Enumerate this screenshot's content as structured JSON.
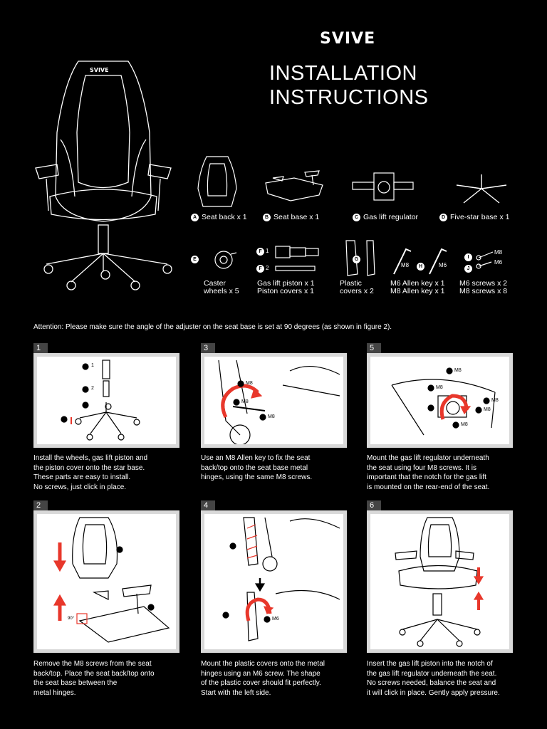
{
  "brand": "SVIVE",
  "title_line1": "INSTALLATION",
  "title_line2": "INSTRUCTIONS",
  "parts_row1": [
    {
      "badge": "A",
      "label": "Seat back x 1"
    },
    {
      "badge": "B",
      "label": "Seat base x 1"
    },
    {
      "badge": "C",
      "label": "Gas lift regulator"
    },
    {
      "badge": "D",
      "label": "Five-star base x 1"
    }
  ],
  "parts_row2": {
    "caster_badge": "E",
    "caster_line1": "Caster",
    "caster_line2": "wheels x 5",
    "piston_badge1": "F",
    "piston_num1": "1",
    "piston_badge2": "F",
    "piston_num2": "2",
    "piston_line1": "Gas lift piston x 1",
    "piston_line2": "Piston covers x 1",
    "covers_badge": "G",
    "covers_line1": "Plastic",
    "covers_line2": "covers x 2",
    "key_badge": "H",
    "key_m8": "M8",
    "key_m6": "M6",
    "key_line1": "M6 Allen key x 1",
    "key_line2": "M8 Allen key x 1",
    "screw_badge1": "I",
    "screw_badge2": "J",
    "screw_m8": "M8",
    "screw_m6": "M6",
    "screw_line1": "M6 screws x 2",
    "screw_line2": "M8 screws x 8"
  },
  "attention": "Attention: Please make sure the angle of the adjuster on the seat base is set at 90 degrees (as shown in figure 2).",
  "steps": [
    {
      "num": "1",
      "text": [
        "Install the wheels, gas lift piston and",
        "the piston cover onto the star base.",
        "These parts are easy to install.",
        "No screws, just click in place."
      ],
      "labels": {
        "f1": "1",
        "f2": "2"
      }
    },
    {
      "num": "3",
      "text": [
        "Use an M8 Allen key to fix the seat",
        "back/top onto the seat base metal",
        "hinges, using the same M8 screws."
      ],
      "labels": {
        "m8a": "M8",
        "m8b": "M8",
        "m8c": "M8"
      }
    },
    {
      "num": "5",
      "text": [
        "Mount the gas lift regulator underneath",
        "the seat using four M8 screws. It is",
        "important that the notch for the gas lift",
        "is mounted on the rear-end of the seat."
      ],
      "labels": {
        "m8a": "M8",
        "m8b": "M8",
        "m8c": "M8",
        "m8d": "M8",
        "m8e": "M8"
      }
    },
    {
      "num": "2",
      "text": [
        "Remove the M8 screws from the seat",
        "back/top. Place the seat back/top onto",
        "the seat base between the",
        "metal hinges."
      ],
      "labels": {
        "angle": "90°"
      }
    },
    {
      "num": "4",
      "text": [
        "Mount the plastic covers onto the metal",
        "hinges using an M6 screw. The shape",
        "of the plastic cover should fit perfectly.",
        "Start with the left side."
      ],
      "labels": {
        "m6": "M6"
      }
    },
    {
      "num": "6",
      "text": [
        "Insert the gas lift piston into the notch of",
        "the gas lift regulator underneath the seat.",
        "No screws needed, balance the seat and",
        "it will click in place. Gently apply pressure."
      ]
    }
  ],
  "accent_color": "#e8372b"
}
